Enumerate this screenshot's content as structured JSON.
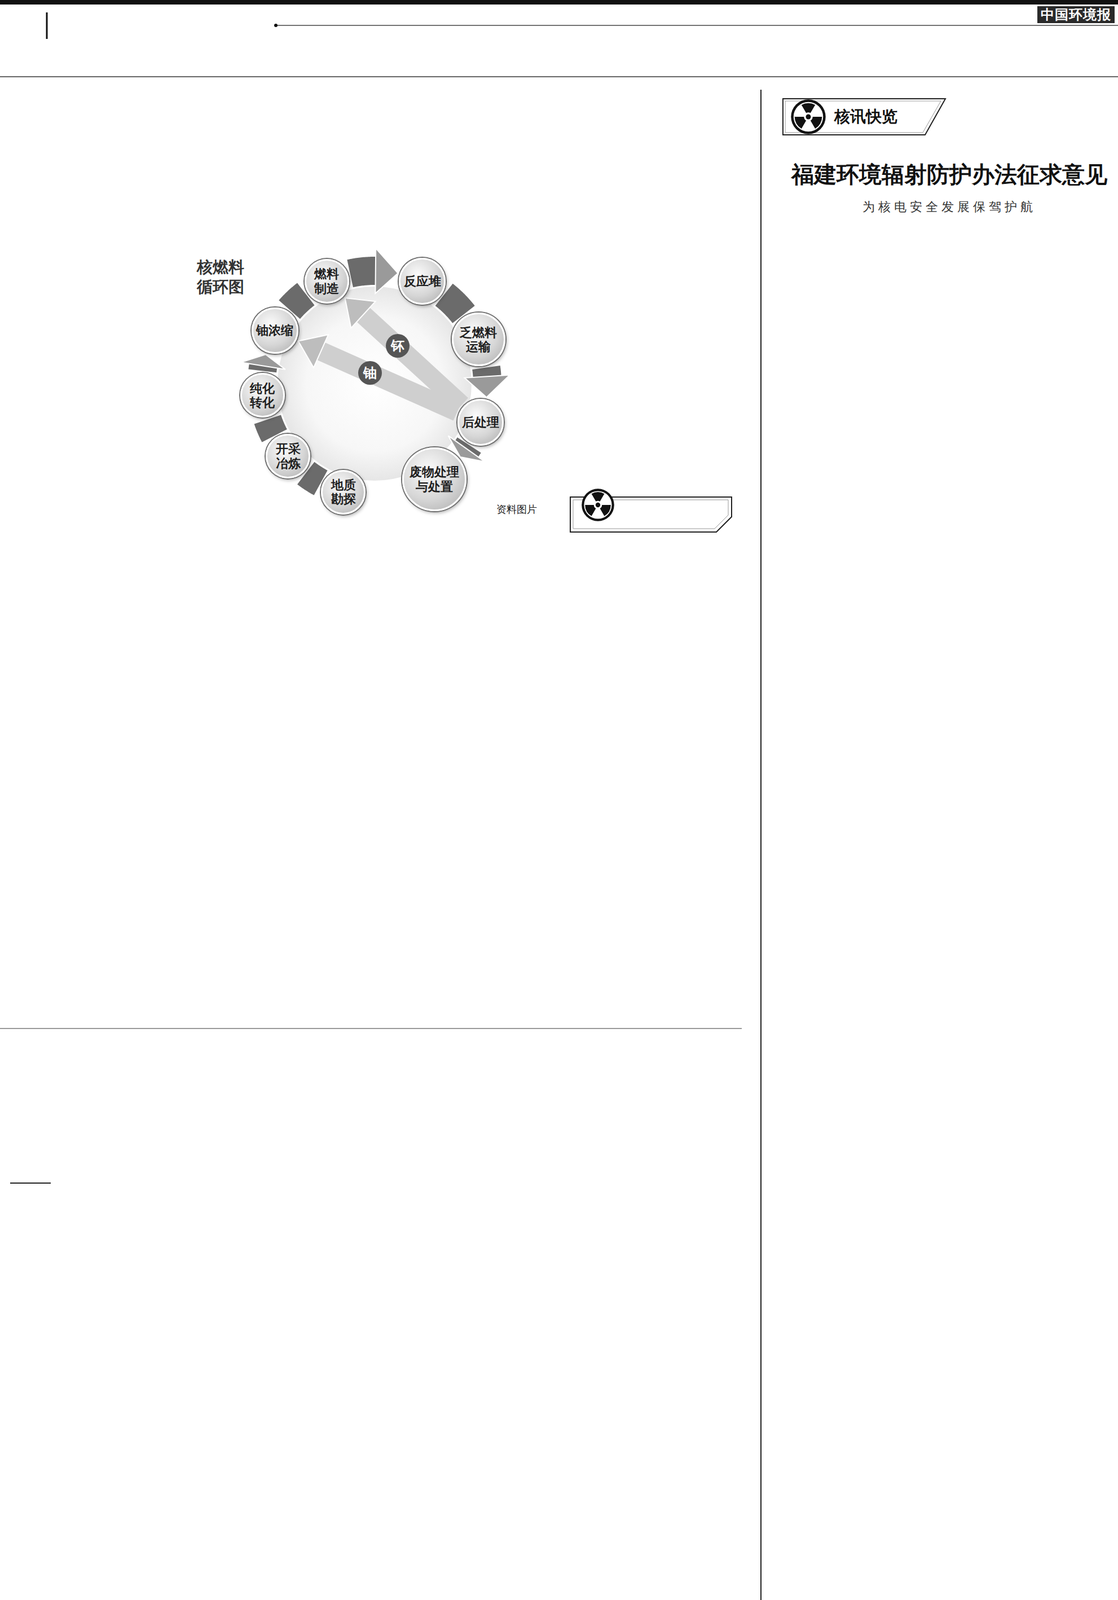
{
  "diagram": {
    "title": "核燃料 循环图",
    "nodes": [
      {
        "text": [
          "地质 勘探"
        ]
      },
      {
        "text": [
          "开采 冶炼"
        ]
      },
      {
        "text": [
          "纯化 转化"
        ]
      },
      {
        "text": [
          "铀浓缩"
        ]
      },
      {
        "text": [
          "燃料 制造"
        ]
      },
      {
        "text": [
          "反应堆"
        ]
      },
      {
        "text": [
          "乏燃料 运输"
        ]
      },
      {
        "text": [
          "后处理"
        ]
      },
      {
        "text": [
          "废物处理 与处置"
        ]
      },
      {
        "text": [
          "核讯快览"
        ]
      }
    ],
    "edges": [
      {
        "from": 0,
        "to": 1,
        "arrow": "none"
      },
      {
        "from": 1,
        "to": 2,
        "arrow": "none"
      },
      {
        "from": 2,
        "to": 3,
        "arrow": "to"
      },
      {
        "from": 3,
        "to": 4,
        "arrow": "none"
      },
      {
        "from": 4,
        "to": 5,
        "arrow": "to"
      },
      {
        "from": 5,
        "to": 6,
        "arrow": "none"
      },
      {
        "from": 6,
        "to": 7,
        "arrow": "to"
      },
      {
        "from": 7,
        "to": 8,
        "arrow": "to"
      },
      {
        "from": 7,
        "to": 3,
        "label": "铀",
        "arrow": "to"
      },
      {
        "from": 7,
        "to": 4,
        "label": "钚",
        "arrow": "to"
      }
    ],
    "labels": [
      "中国环境报",
      "资料图片",
      "福建环境辐射防护办法征求意见",
      "为核电安全发展保驾护航"
    ]
  }
}
